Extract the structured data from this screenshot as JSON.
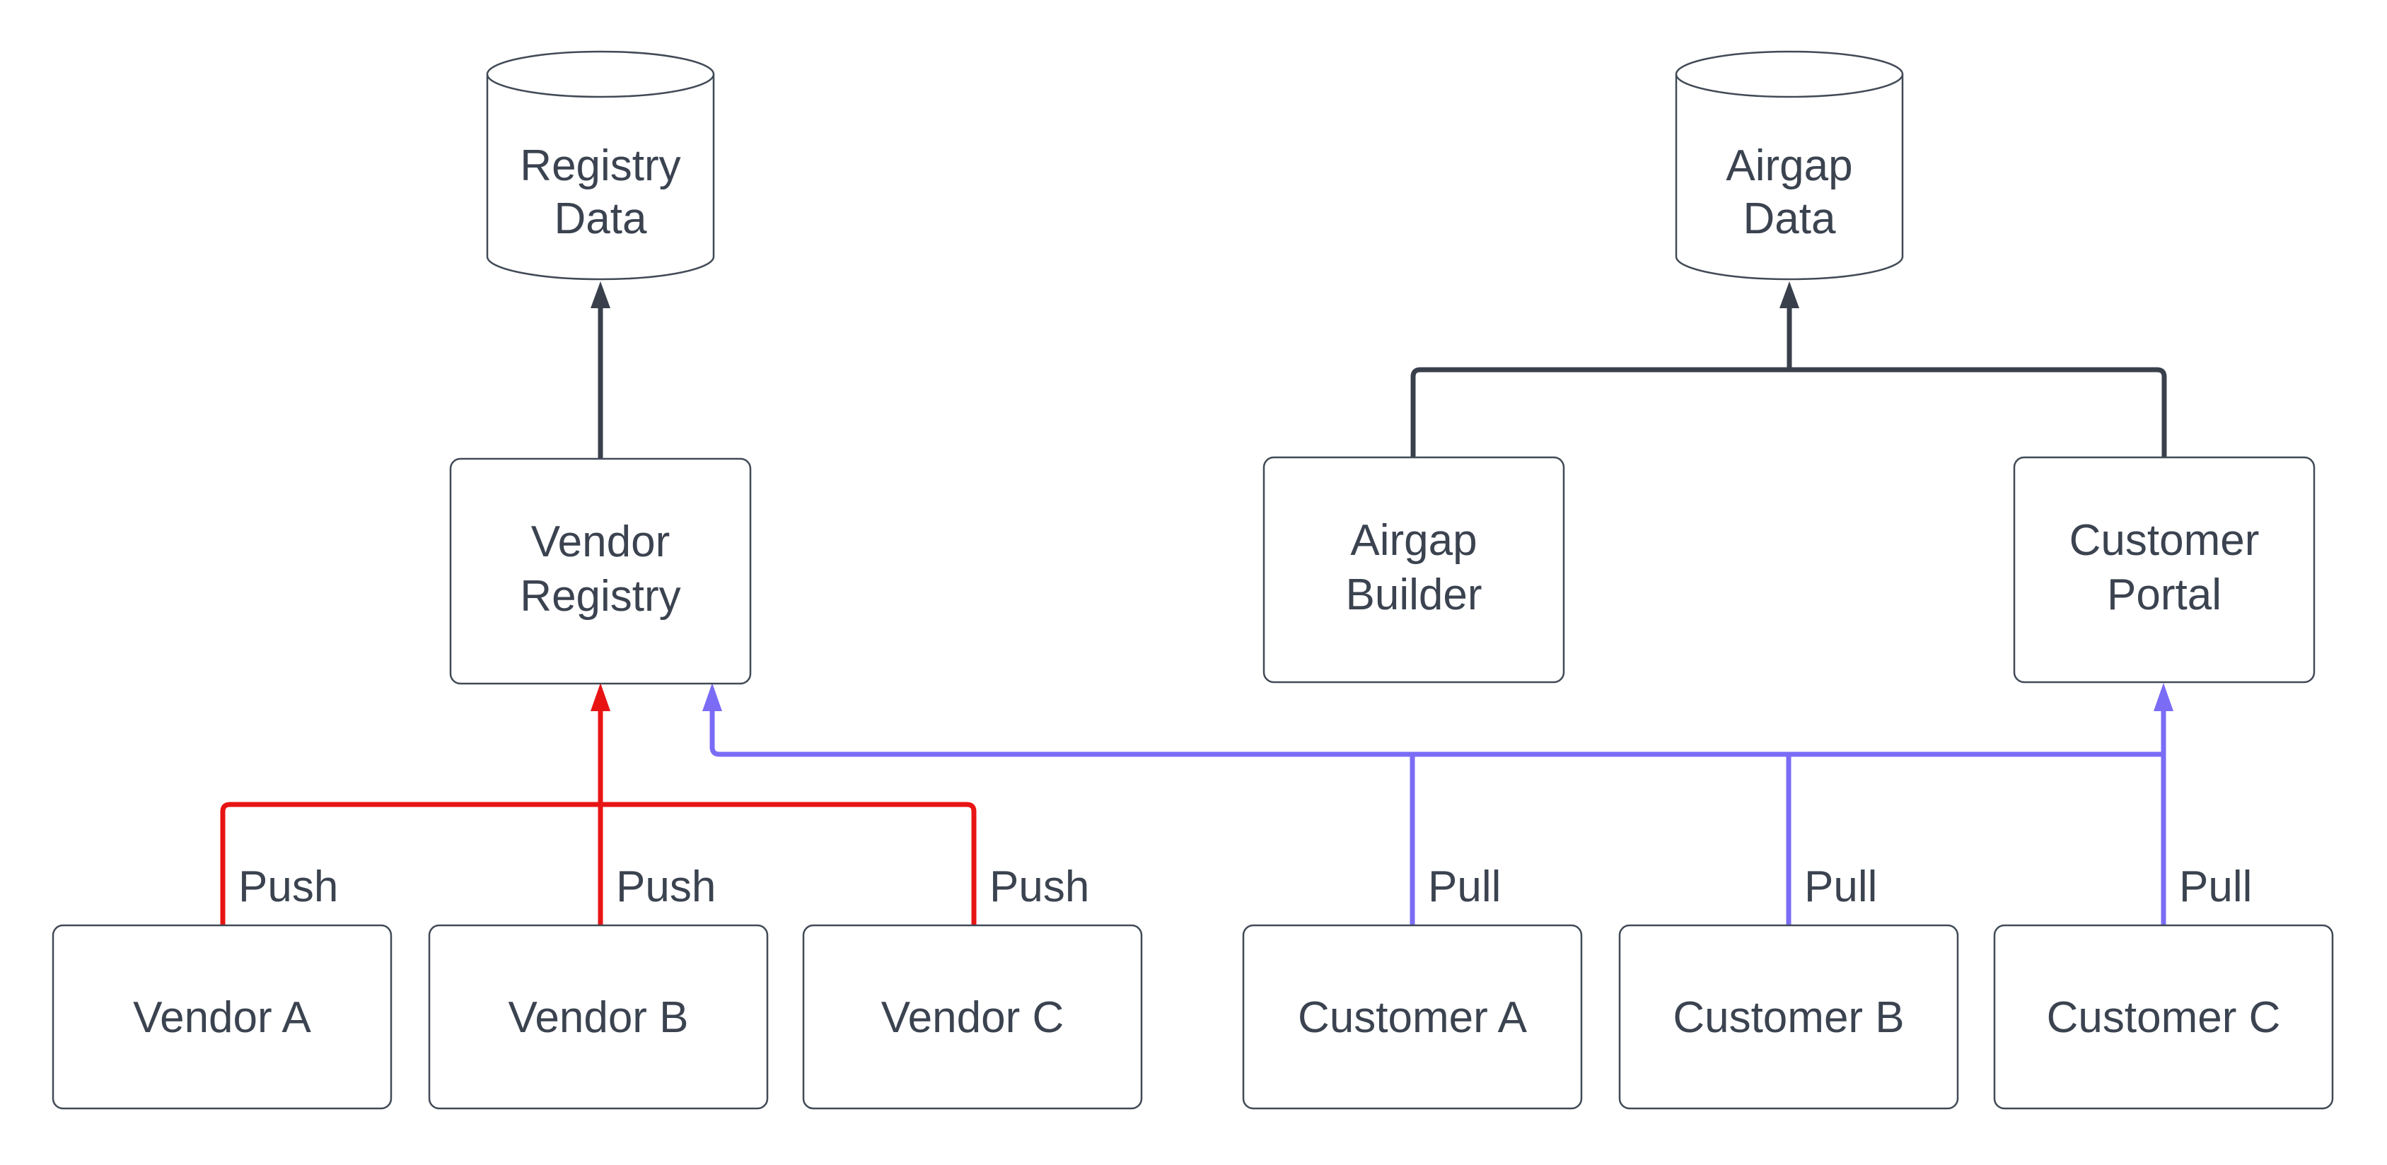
{
  "colors": {
    "background": "#ffffff",
    "ink": "#39404c",
    "box_border": "#414a56",
    "text": "#3b4350",
    "red": "#e81414",
    "blue": "#7a6cf5"
  },
  "datastores": {
    "registry_data": {
      "lines": [
        "Registry",
        "Data"
      ]
    },
    "airgap_data": {
      "lines": [
        "Airgap",
        "Data"
      ]
    }
  },
  "services": {
    "vendor_registry": {
      "lines": [
        "Vendor",
        "Registry"
      ]
    },
    "airgap_builder": {
      "lines": [
        "Airgap",
        "Builder"
      ]
    },
    "customer_portal": {
      "lines": [
        "Customer",
        "Portal"
      ]
    }
  },
  "sources": {
    "vendor_a": {
      "label": "Vendor A"
    },
    "vendor_b": {
      "label": "Vendor B"
    },
    "vendor_c": {
      "label": "Vendor C"
    },
    "customer_a": {
      "label": "Customer A"
    },
    "customer_b": {
      "label": "Customer B"
    },
    "customer_c": {
      "label": "Customer C"
    }
  },
  "edge_labels": {
    "push": [
      "Push",
      "Push",
      "Push"
    ],
    "pull": [
      "Pull",
      "Pull",
      "Pull"
    ]
  }
}
